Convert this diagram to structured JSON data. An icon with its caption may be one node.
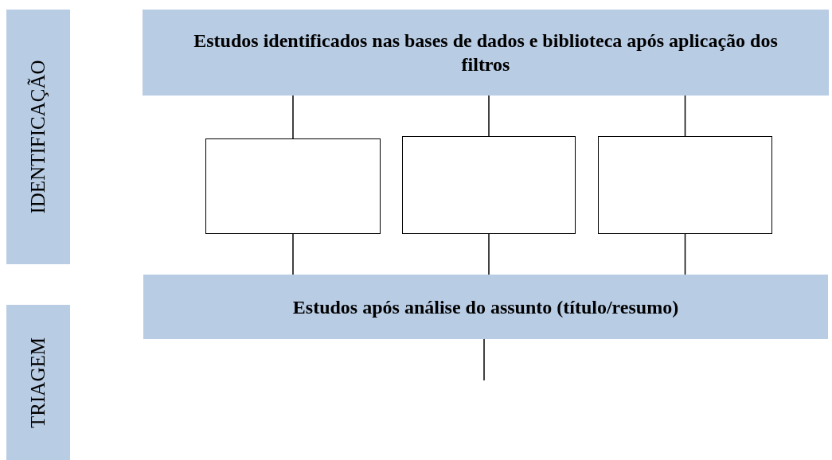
{
  "diagram": {
    "nodes": [
      {
        "text": [
          "IDENTIFICAÇÃO"
        ]
      },
      {
        "text": [
          "TRIAGEM"
        ]
      },
      {
        "text": [
          "Estudos identificados nas bases de dados e biblioteca após aplicação dos filtros"
        ]
      },
      {
        "text": [],
        "shape": "box"
      },
      {
        "text": [],
        "shape": "box"
      },
      {
        "text": [],
        "shape": "box"
      },
      {
        "text": [
          "Estudos após análise do assunto (título/resumo)"
        ]
      }
    ],
    "edges": [
      {
        "from": 2,
        "to": 3,
        "arrow": "none"
      },
      {
        "from": 2,
        "to": 4,
        "arrow": "none"
      },
      {
        "from": 2,
        "to": 5,
        "arrow": "none"
      },
      {
        "from": 3,
        "to": 6,
        "arrow": "none"
      },
      {
        "from": 4,
        "to": 6,
        "arrow": "none"
      },
      {
        "from": 5,
        "to": 6,
        "arrow": "none"
      },
      {
        "from": 6,
        "to": null,
        "arrow": "none"
      }
    ]
  }
}
